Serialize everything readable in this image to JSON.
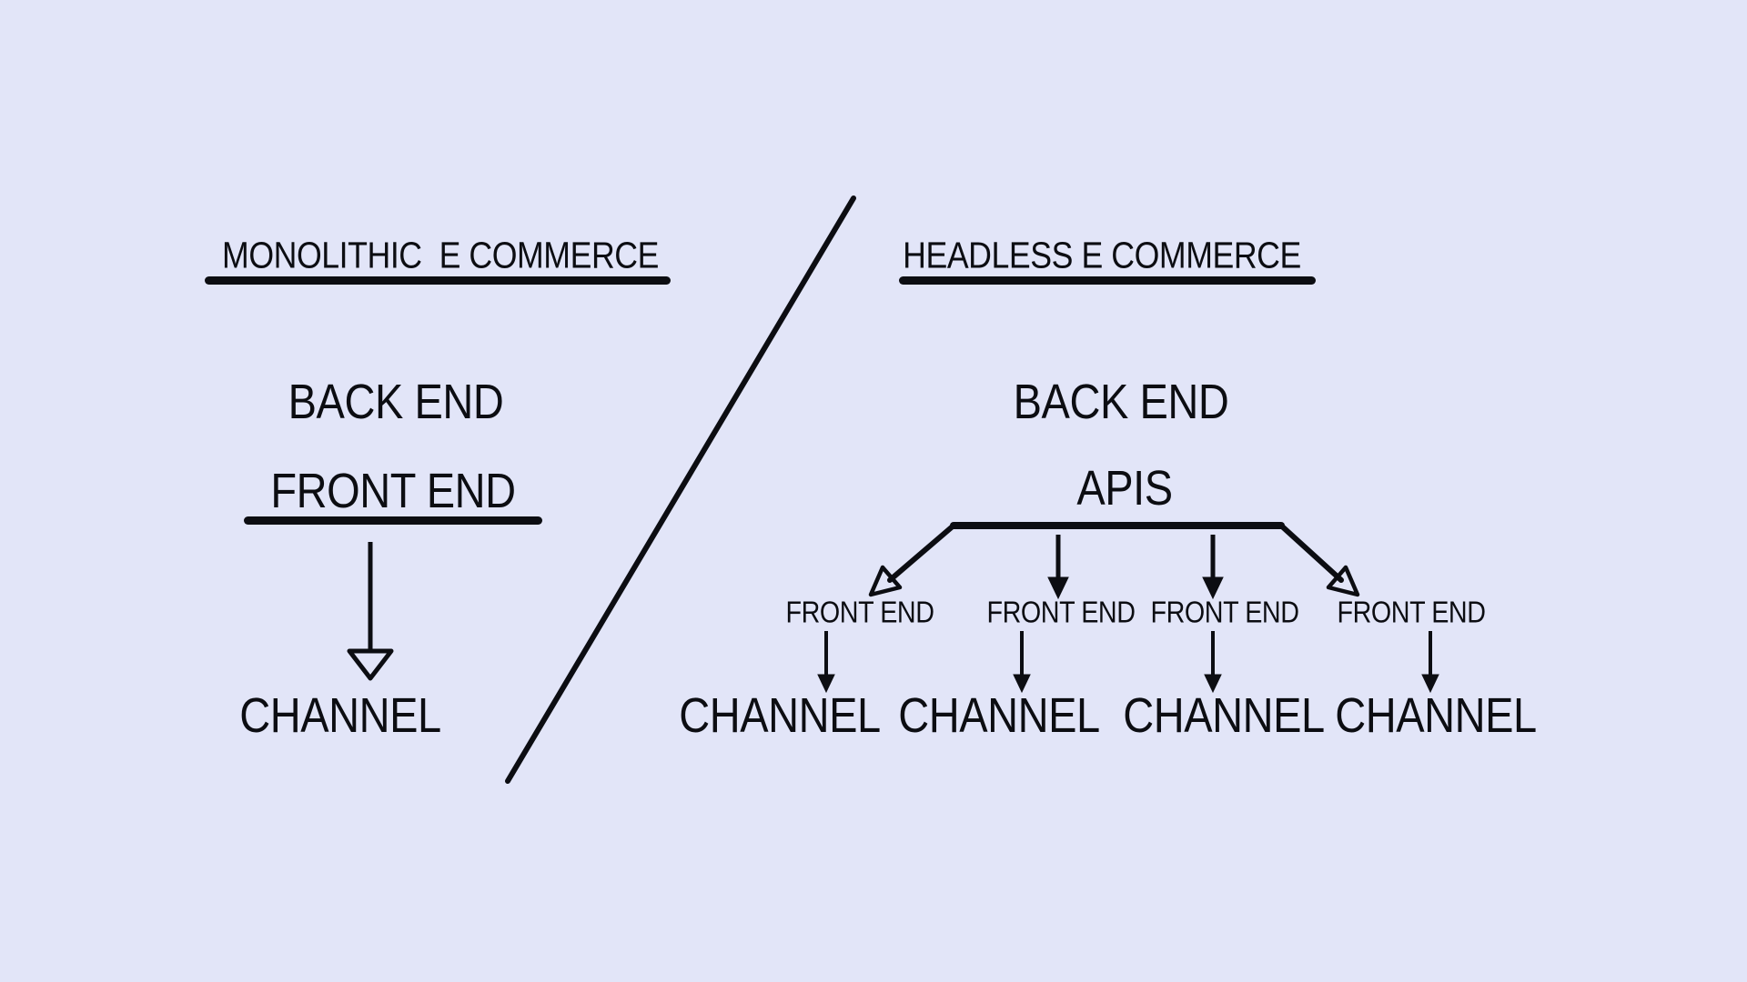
{
  "canvas": {
    "background_color": "#e2e5f8",
    "ink_color": "#0c0d12"
  },
  "left_panel": {
    "title": "MONOLITHIC  E COMMERCE",
    "back_end_label": "BACK END",
    "front_end_label": "FRONT END",
    "channel_label": "CHANNEL"
  },
  "right_panel": {
    "title": "HEADLESS E COMMERCE",
    "back_end_label": "BACK END",
    "apis_label": "APIS",
    "front_ends": [
      {
        "label": "FRONT END",
        "channel": "CHANNEL"
      },
      {
        "label": "FRONT END",
        "channel": "CHANNEL"
      },
      {
        "label": "FRONT END",
        "channel": "CHANNEL"
      },
      {
        "label": "FRONT END",
        "channel": "CHANNEL"
      }
    ]
  }
}
